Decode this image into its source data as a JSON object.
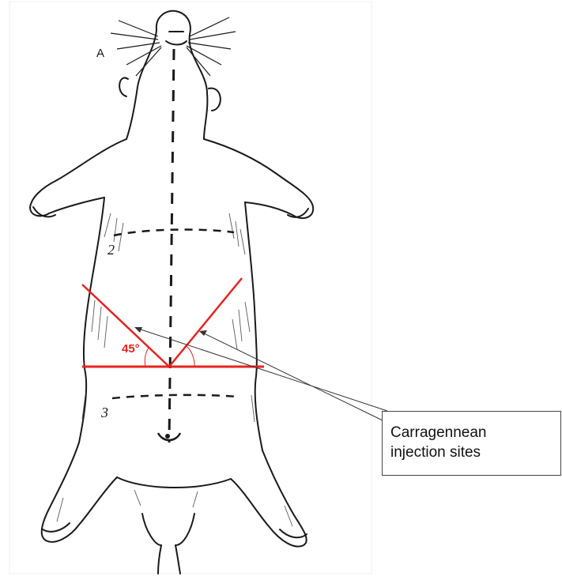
{
  "figure": {
    "panel_label": "A",
    "region_labels": [
      "2",
      "3"
    ],
    "angle_label": "45°",
    "callout": {
      "line1": "Carragennean",
      "line2": "injection sites"
    },
    "colors": {
      "ink": "#1a1a1a",
      "accent_red": "#e8231f",
      "callout_border": "#444444"
    },
    "icons": {
      "subject": "rat-ventral-view-illustration"
    }
  }
}
